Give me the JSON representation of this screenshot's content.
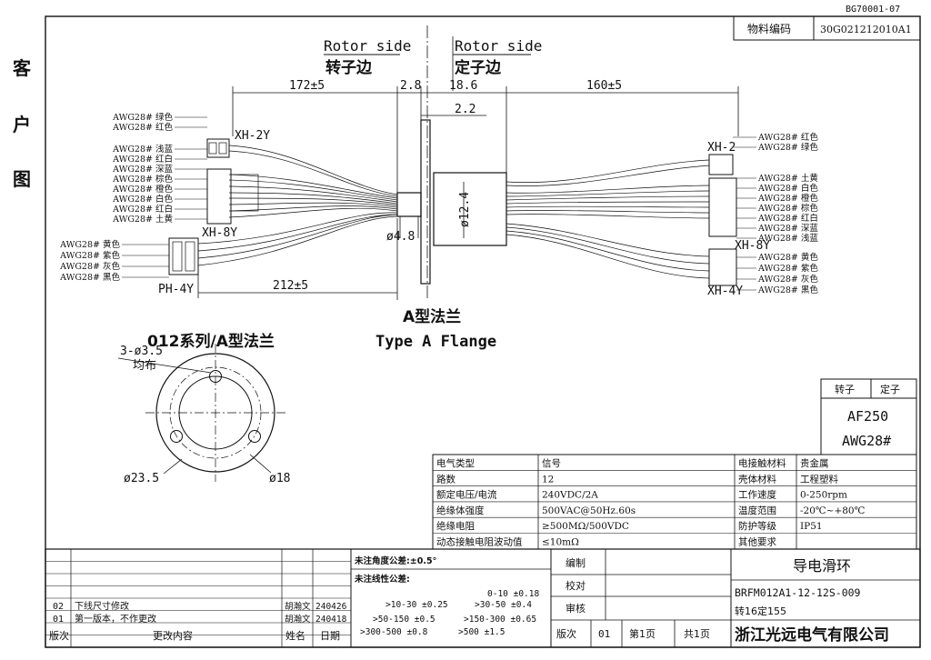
{
  "doc_code": "BG70001-07",
  "left_label": [
    "客",
    "户",
    "图"
  ],
  "material": {
    "label": "物料编码",
    "value": "30G021212010A1"
  },
  "sides": {
    "rotor_en": "Rotor side",
    "rotor_cn": "转子边",
    "stator_en": "Rotor side",
    "stator_cn": "定子边"
  },
  "dims": {
    "rotor_len": "172±5",
    "d28": "2.8",
    "d186": "18.6",
    "stator_len": "160±5",
    "d22": "2.2",
    "shaft_dia": "ø12.4",
    "hole_dia": "ø4.8",
    "ph_len": "212±5"
  },
  "connectors": {
    "xh2y": "XH-2Y",
    "xh8y_l": "XH-8Y",
    "ph4y": "PH-4Y",
    "xh2": "XH-2",
    "xh8y_r": "XH-8Y",
    "xh4y": "XH-4Y"
  },
  "wires_left_top": [
    "AWG28# 绿色",
    "AWG28# 红色"
  ],
  "wires_left_mid": [
    "AWG28# 浅蓝",
    "AWG28# 红白",
    "AWG28# 深蓝",
    "AWG28# 棕色",
    "AWG28# 橙色",
    "AWG28# 白色",
    "AWG28# 红白",
    "AWG28# 土黄"
  ],
  "wires_left_bot": [
    "AWG28# 黄色",
    "AWG28# 紫色",
    "AWG28# 灰色",
    "AWG28# 黑色"
  ],
  "wires_right_top": [
    "AWG28# 红色",
    "AWG28# 绿色"
  ],
  "wires_right_mid": [
    "AWG28# 土黄",
    "AWG28# 白色",
    "AWG28# 橙色",
    "AWG28# 棕色",
    "AWG28# 红白",
    "AWG28# 深蓝",
    "AWG28# 浅蓝"
  ],
  "wires_right_bot": [
    "AWG28# 黄色",
    "AWG28# 紫色",
    "AWG28# 灰色",
    "AWG28# 黑色"
  ],
  "flange": {
    "title_cn": "A型法兰",
    "title_en": "Type A Flange",
    "series": "012系列/A型法兰",
    "holes": "3-ø3.5",
    "holes2": "均布",
    "outer": "ø23.5",
    "inner": "ø18"
  },
  "rs_table": {
    "rotor": "转子",
    "stator": "定子",
    "model": "AF250",
    "awg": "AWG28#"
  },
  "specs": [
    {
      "k": "电气类型",
      "v": "信号",
      "k2": "电接触材料",
      "v2": "贵金属"
    },
    {
      "k": "路数",
      "v": "12",
      "k2": "壳体材料",
      "v2": "工程塑料"
    },
    {
      "k": "额定电压/电流",
      "v": "240VDC/2A",
      "k2": "工作速度",
      "v2": "0-250rpm"
    },
    {
      "k": "绝缘体强度",
      "v": "500VAC@50Hz.60s",
      "k2": "温度范围",
      "v2": "-20℃~+80℃"
    },
    {
      "k": "绝缘电阻",
      "v": "≥500MΩ/500VDC",
      "k2": "防护等级",
      "v2": "IP51"
    },
    {
      "k": "动态接触电阻波动值",
      "v": "≤10mΩ",
      "k2": "其他要求",
      "v2": ""
    }
  ],
  "tol": {
    "angle": "未注角度公差:±0.5°",
    "linear": "未注线性公差:",
    "r1": "0-10 ±0.18",
    "r2a": ">10-30 ±0.25",
    "r2b": ">30-50 ±0.4",
    "r3a": ">50-150 ±0.5",
    "r3b": ">150-300 ±0.65",
    "r4a": ">300-500 ±0.8",
    "r4b": ">500 ±1.5"
  },
  "revisions": [
    {
      "no": "02",
      "desc": "下线尺寸修改",
      "name": "胡瀚文",
      "date": "240426"
    },
    {
      "no": "01",
      "desc": "第一版本，不作更改",
      "name": "胡瀚文",
      "date": "240418"
    }
  ],
  "rev_header": {
    "no": "版次",
    "desc": "更改内容",
    "name": "姓名",
    "date": "日期"
  },
  "approve": {
    "edit": "编制",
    "check": "校对",
    "review": "审核"
  },
  "title_block": {
    "product": "导电滑环",
    "part": "BRFM012A1-12-12S-009",
    "note": "转16定155",
    "ver_label": "版次",
    "ver": "01",
    "page": "第1页",
    "pages": "共1页",
    "company": "浙江光远电气有限公司"
  }
}
